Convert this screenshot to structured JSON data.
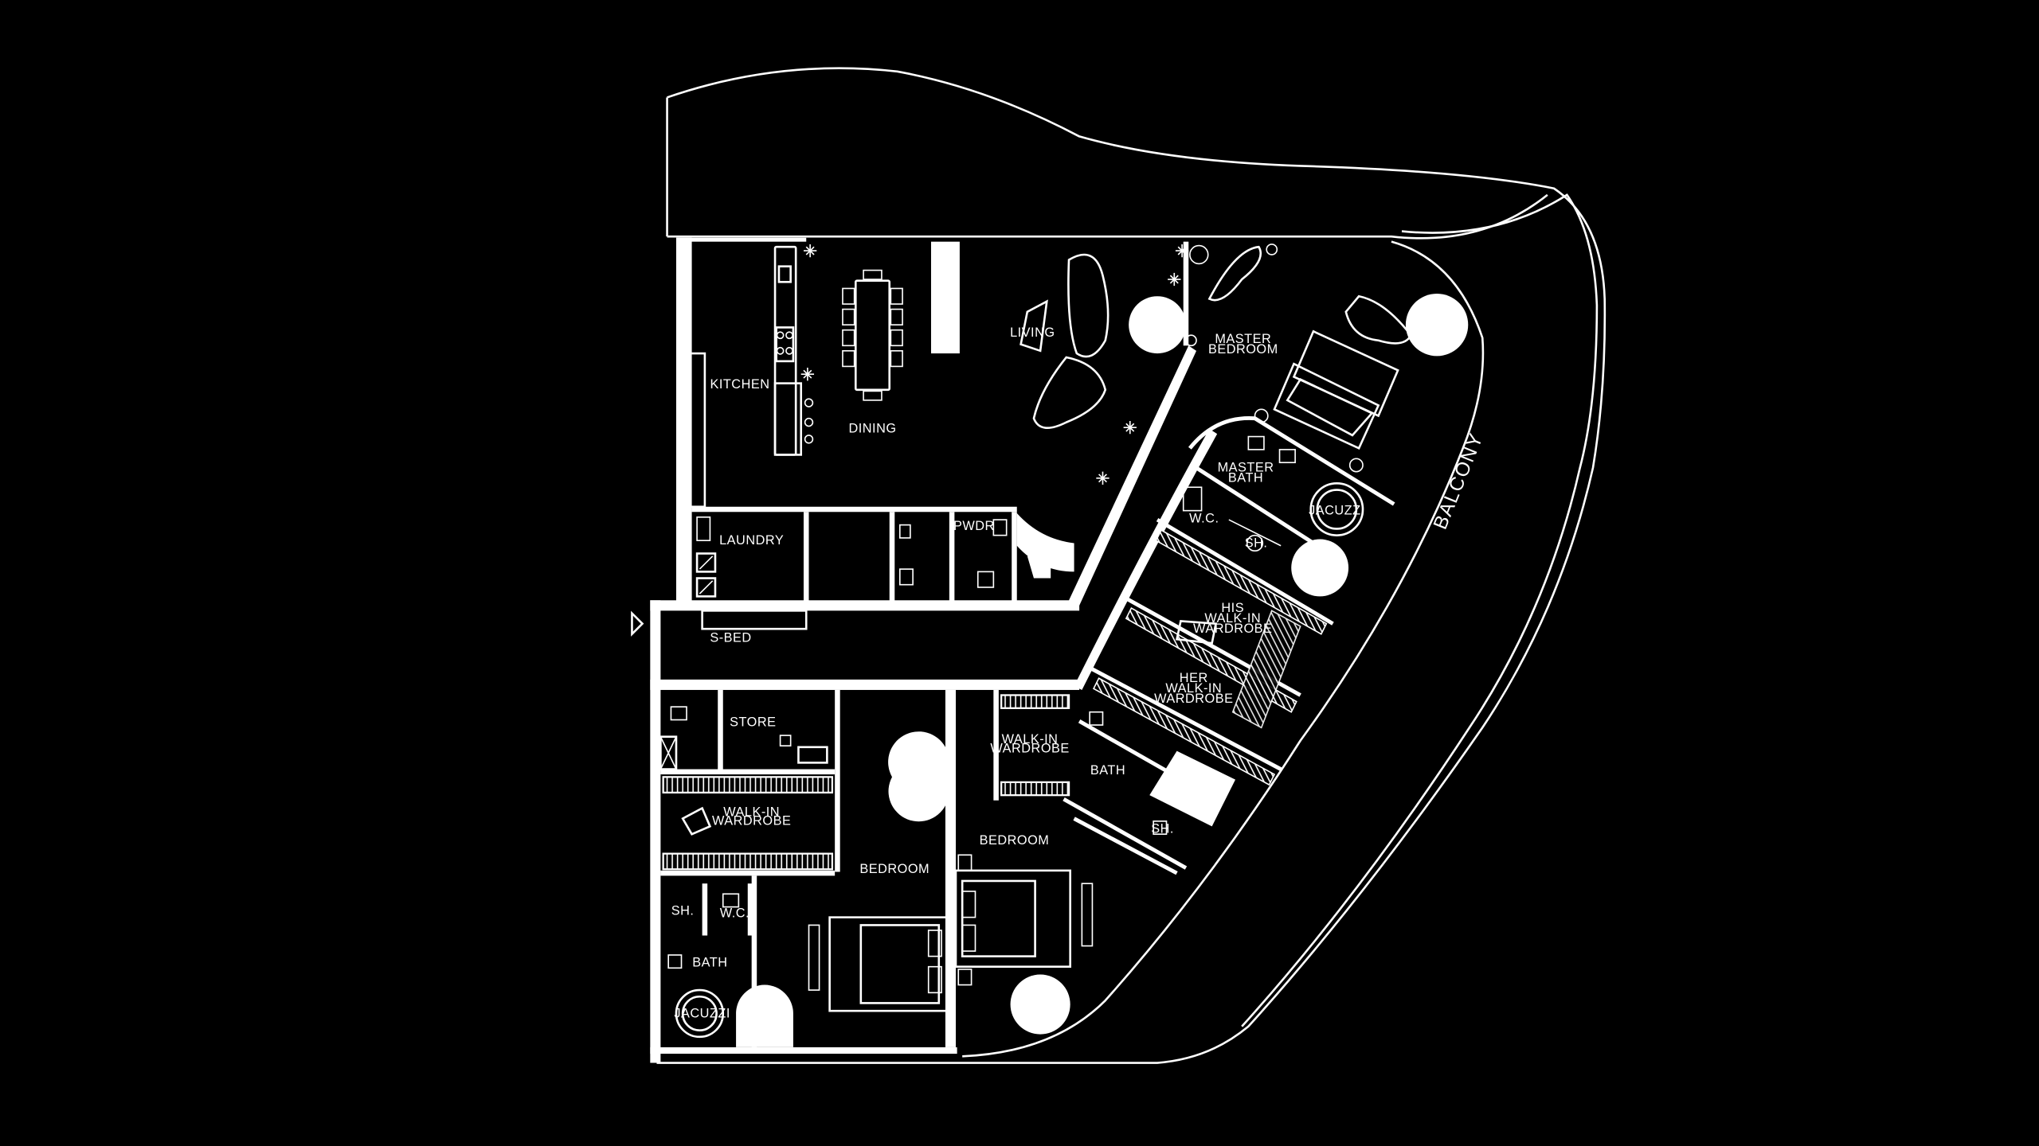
{
  "plan": {
    "labels": {
      "kitchen": "KITCHEN",
      "dining": "DINING",
      "living": "LIVING",
      "master_bedroom_line1": "MASTER",
      "master_bedroom_line2": "BEDROOM",
      "master_bath_line1": "MASTER",
      "master_bath_line2": "BATH",
      "laundry": "LAUNDRY",
      "pwdr": "PWDR",
      "wc_master": "W.C.",
      "sh_master": "SH.",
      "jacuzzi_master": "JACUZZI",
      "his_wardrobe_line1": "HIS",
      "his_wardrobe_line2": "WALK-IN",
      "his_wardrobe_line3": "WARDROBE",
      "her_wardrobe_line1": "HER",
      "her_wardrobe_line2": "WALK-IN",
      "her_wardrobe_line3": "WARDROBE",
      "s_bed": "S-BED",
      "store": "STORE",
      "walkin_left_line1": "WALK-IN",
      "walkin_left_line2": "WARDROBE",
      "walkin_mid_line1": "WALK-IN",
      "walkin_mid_line2": "WARDROBE",
      "bath_mid": "BATH",
      "bedroom_left": "BEDROOM",
      "bedroom_mid": "BEDROOM",
      "sh_left": "SH.",
      "wc_left": "W.C.",
      "bath_left": "BATH",
      "jacuzzi_left": "JACUZZI",
      "sh_mid": "SH.",
      "balcony": "BALCONY"
    },
    "colors": {
      "background": "#000000",
      "lines": "#ffffff"
    }
  }
}
